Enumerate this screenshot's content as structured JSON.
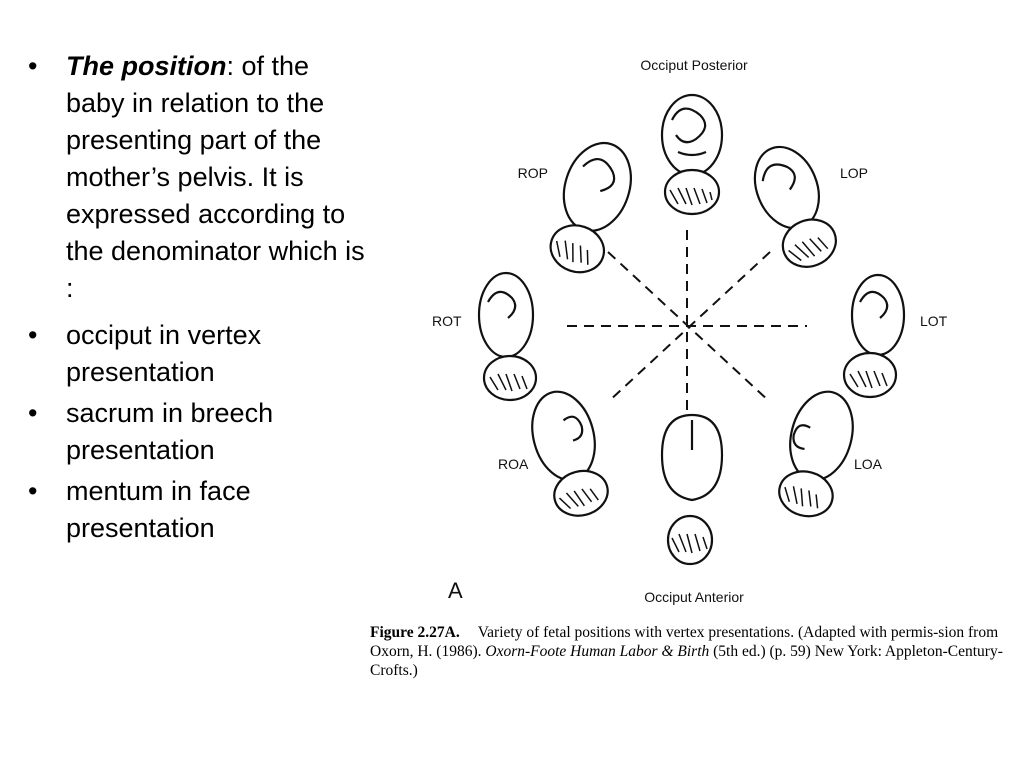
{
  "bullets": {
    "item1": {
      "term": "The position",
      "rest": ": of the baby in relation to the presenting part of the mother’s pelvis. It is expressed according to the denominator which is :"
    },
    "item2": "occiput in vertex presentation",
    "item3": "sacrum in breech presentation",
    "item4": "mentum in face presentation"
  },
  "figure": {
    "top_label": "Occiput Posterior",
    "bottom_label": "Occiput  Anterior",
    "positions": [
      "ROP",
      "LOP",
      "ROT",
      "LOT",
      "ROA",
      "LOA"
    ],
    "panel_letter": "A"
  },
  "caption": {
    "figure_number": "Figure 2.27A.",
    "text1": "Variety of fetal positions with vertex presentations. (Adapted with permis-sion from Oxorn, H. (1986). ",
    "book": "Oxorn-Foote Human Labor & Birth",
    "text2": " (5th ed.) (p. 59) New York: Appleton-Century-Crofts.)"
  }
}
